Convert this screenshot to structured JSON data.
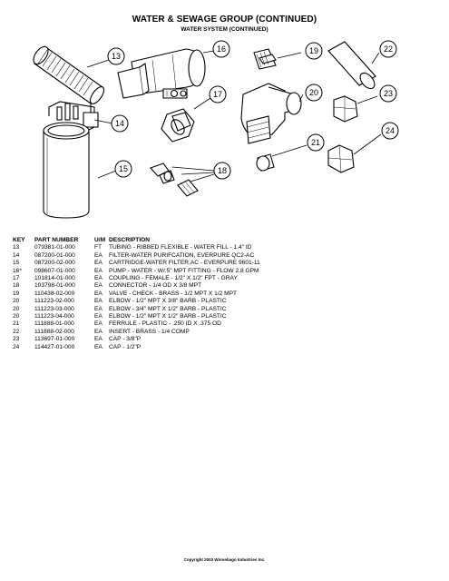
{
  "header": {
    "title": "WATER & SEWAGE GROUP (CONTINUED)",
    "subtitle": "WATER SYSTEM (CONTINUED)"
  },
  "callouts": [
    "13",
    "14",
    "15",
    "16",
    "17",
    "18",
    "19",
    "20",
    "21",
    "22",
    "23",
    "24"
  ],
  "table": {
    "headers": [
      "KEY",
      "PART NUMBER",
      "U/M",
      "DESCRIPTION"
    ],
    "rows": [
      [
        "13",
        "079381-01-000",
        "FT",
        "TUBING - RIBBED FLEXIBLE - WATER FILL - 1.4\" ID"
      ],
      [
        "14",
        "087200-01-000",
        "EA",
        "FILTER-WATER PURIFCATION, EVERPURE QC2-AC"
      ],
      [
        "15",
        "087200-02-000",
        "EA",
        "CARTRIDGE-WATER FILTER,AC - EVERPURE 9601-11"
      ],
      [
        "16*",
        "098607-01-000",
        "EA",
        "PUMP - WATER - W/.5\" MPT FITTING - FLOW 2.8 GPM"
      ],
      [
        "17",
        "101814-01-000",
        "EA",
        "COUPLING - FEMALE - 1/2\" X 1/2\" FPT - GRAY"
      ],
      [
        "18",
        "103798-01-000",
        "EA",
        "CONNECTOR - 1/4 OD X 3/8 MPT"
      ],
      [
        "19",
        "110438-02-000",
        "EA",
        "VALVE - CHECK - BRASS - 1/2 MPT X 1/2 MPT"
      ],
      [
        "20",
        "111223-02-000",
        "EA",
        "ELBOW - 1/2\" MPT X 3/8\" BARB - PLASTIC"
      ],
      [
        "20",
        "111223-03-000",
        "EA",
        "ELBOW - 3/4\" MPT X 1/2\" BARB - PLASTIC"
      ],
      [
        "20",
        "111223-04-000",
        "EA",
        "ELBOW - 1/2\" MPT X 1/2\" BARB - PLASTIC"
      ],
      [
        "21",
        "111888-01-000",
        "EA",
        "FERRULE - PLASTIC - .250 ID X .375 OD"
      ],
      [
        "22",
        "111888-02-000",
        "EA",
        "INSERT - BRASS - 1/4 COMP"
      ],
      [
        "23",
        "113697-01-000",
        "EA",
        "CAP - 3/8\"P"
      ],
      [
        "24",
        "114427-01-000",
        "EA",
        "CAP - 1/2\"P"
      ]
    ]
  },
  "footer": {
    "copyright": "Copyright 2003 Winnebago Industries Inc."
  }
}
